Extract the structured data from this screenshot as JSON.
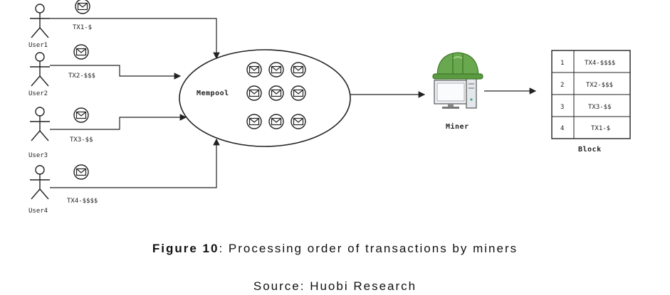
{
  "users": [
    {
      "label": "User1",
      "tx": "TX1-$"
    },
    {
      "label": "User2",
      "tx": "TX2-$$$"
    },
    {
      "label": "User3",
      "tx": "TX3-$$"
    },
    {
      "label": "User4",
      "tx": "TX4-$$$$"
    }
  ],
  "mempool": {
    "label": "Mempool"
  },
  "miner": {
    "label": "Miner"
  },
  "block": {
    "label": "Block",
    "rows": [
      {
        "index": "1",
        "tx": "TX4-$$$$"
      },
      {
        "index": "2",
        "tx": "TX2-$$$"
      },
      {
        "index": "3",
        "tx": "TX3-$$"
      },
      {
        "index": "4",
        "tx": "TX1-$"
      }
    ]
  },
  "caption": {
    "prefix": "Figure 10",
    "text": ": Processing order of transactions by miners"
  },
  "source": "Source: Huobi Research",
  "colors": {
    "stroke": "#222222",
    "helmet": "#6aa84f",
    "helmet_dark": "#3f7a2a"
  }
}
